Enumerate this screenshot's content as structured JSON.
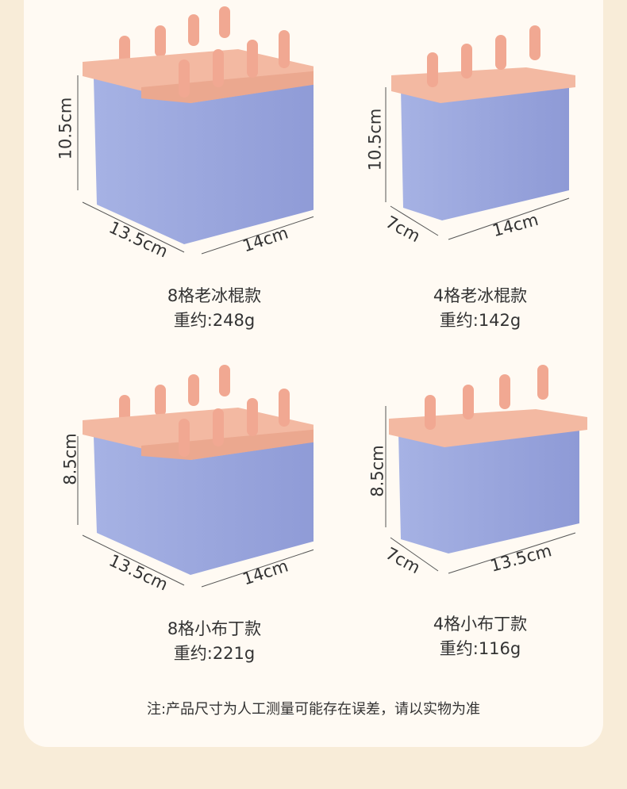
{
  "products": [
    {
      "name": "8格老冰棍款",
      "weight": "重约:248g",
      "height": "10.5cm",
      "depth": "13.5cm",
      "width": "14cm"
    },
    {
      "name": "4格老冰棍款",
      "weight": "重约:142g",
      "height": "10.5cm",
      "depth": "7cm",
      "width": "14cm"
    },
    {
      "name": "8格小布丁款",
      "weight": "重约:221g",
      "height": "8.5cm",
      "depth": "13.5cm",
      "width": "14cm"
    },
    {
      "name": "4格小布丁款",
      "weight": "重约:116g",
      "height": "8.5cm",
      "depth": "7cm",
      "width": "13.5cm"
    }
  ],
  "note": "注:产品尺寸为人工测量可能存在误差，请以实物为准",
  "colors": {
    "body": "#99a6dc",
    "lid": "#f3b9a2",
    "stick": "#f1a892",
    "background": "#f8ecd8",
    "card": "#fffaf3"
  }
}
